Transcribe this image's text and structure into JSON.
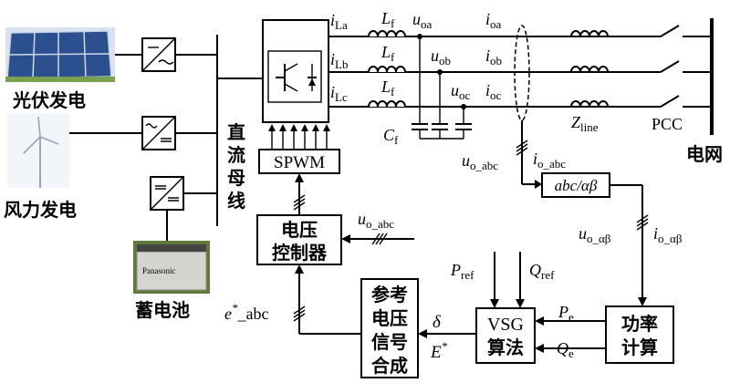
{
  "sources": {
    "pv": "光伏发电",
    "wind": "风力发电",
    "battery": "蓄电池"
  },
  "battery_label": "Panasonic",
  "dc_bus": [
    "直",
    "流",
    "母",
    "线"
  ],
  "blocks": {
    "spwm": "SPWM",
    "voltage_controller": [
      "电压",
      "控制器"
    ],
    "ref_synthesis": [
      "参考",
      "电压",
      "信号",
      "合成"
    ],
    "vsg": [
      "VSG",
      "算法"
    ],
    "power_calc": [
      "功率",
      "计算"
    ],
    "abc_ab": "abc/αβ"
  },
  "signals": {
    "iLa": {
      "base": "i",
      "sub": "La"
    },
    "iLb": {
      "base": "i",
      "sub": "Lb"
    },
    "iLc": {
      "base": "i",
      "sub": "Lc"
    },
    "Lf": {
      "base": "L",
      "sub": "f"
    },
    "uoa": {
      "base": "u",
      "sub": "oa"
    },
    "uob": {
      "base": "u",
      "sub": "ob"
    },
    "uoc": {
      "base": "u",
      "sub": "oc"
    },
    "ioa": {
      "base": "i",
      "sub": "oa"
    },
    "iob": {
      "base": "i",
      "sub": "ob"
    },
    "ioc": {
      "base": "i",
      "sub": "oc"
    },
    "Cf": {
      "base": "C",
      "sub": "f"
    },
    "Zline": {
      "base": "Z",
      "sub": "line"
    },
    "pcc": "PCC",
    "grid": "电网",
    "uo_abc": {
      "base": "u",
      "sub": "o_abc"
    },
    "io_abc": {
      "base": "i",
      "sub": "o_abc"
    },
    "uo_ab": {
      "base": "u",
      "sub": "o_αβ"
    },
    "io_ab": {
      "base": "i",
      "sub": "o_αβ"
    },
    "pref": {
      "base": "P",
      "sub": "ref"
    },
    "qref": {
      "base": "Q",
      "sub": "ref"
    },
    "pe": {
      "base": "P",
      "sub": "e"
    },
    "qe": {
      "base": "Q",
      "sub": "e"
    },
    "delta": "δ",
    "E_star": {
      "base": "E",
      "sup": "*"
    },
    "e_star_abc": {
      "base": "e",
      "sup": "*",
      "rest": "_abc"
    }
  }
}
